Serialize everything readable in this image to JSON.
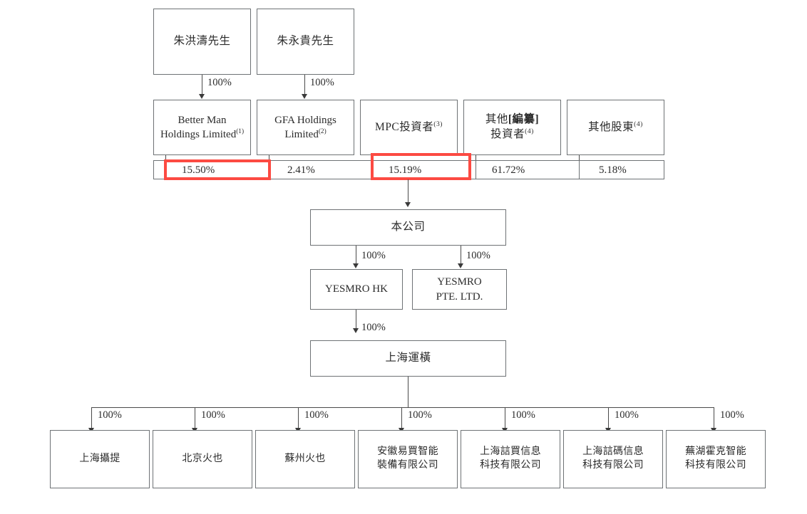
{
  "diagram": {
    "title": "shareholding-structure-chart",
    "accent_red": "#fc4a42",
    "line_color": "#4a4a4a",
    "box_border": "#6e7275"
  },
  "individuals": [
    {
      "label": "朱洪濤先生",
      "pct": "100%"
    },
    {
      "label": "朱永貴先生",
      "pct": "100%"
    }
  ],
  "shareholders": [
    {
      "line1": "Better Man",
      "line2": "Holdings Limited",
      "sup": "(1)",
      "pct": "15.50%",
      "highlight": true
    },
    {
      "line1": "GFA Holdings",
      "line2": "Limited",
      "sup": "(2)",
      "pct": "2.41%",
      "highlight": false
    },
    {
      "line1": "MPC投資者",
      "line2": "",
      "sup": "(3)",
      "pct": "15.19%",
      "highlight": true
    },
    {
      "line1": "其他[編纂]",
      "line2": "投資者",
      "sup": "(4)",
      "pct": "61.72%",
      "highlight": false
    },
    {
      "line1": "其他股東",
      "line2": "",
      "sup": "(4)",
      "pct": "5.18%",
      "highlight": false
    }
  ],
  "company": {
    "label": "本公司"
  },
  "subsidiaries_tier1": [
    {
      "line1": "YESMRO HK",
      "line2": "",
      "pct": "100%"
    },
    {
      "line1": "YESMRO",
      "line2": "PTE. LTD.",
      "pct": "100%"
    }
  ],
  "operating": {
    "label": "上海運橫",
    "pct": "100%"
  },
  "subsidiaries_tier2": [
    {
      "line1": "上海攝提",
      "line2": "",
      "pct": "100%"
    },
    {
      "line1": "北京火也",
      "line2": "",
      "pct": "100%"
    },
    {
      "line1": "蘇州火也",
      "line2": "",
      "pct": "100%"
    },
    {
      "line1": "安徽易買智能",
      "line2": "裝備有限公司",
      "pct": "100%"
    },
    {
      "line1": "上海誩買信息",
      "line2": "科技有限公司",
      "pct": "100%"
    },
    {
      "line1": "上海誩碼信息",
      "line2": "科技有限公司",
      "pct": "100%"
    },
    {
      "line1": "蕪湖霍克智能",
      "line2": "科技有限公司",
      "pct": "100%"
    }
  ]
}
